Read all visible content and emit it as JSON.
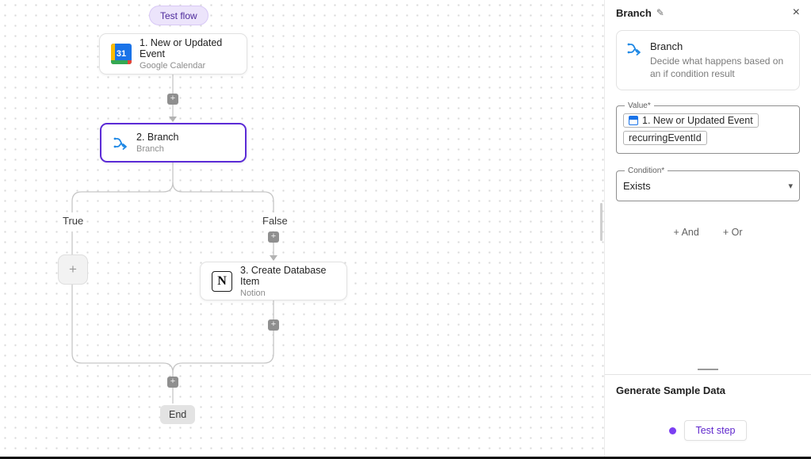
{
  "canvas": {
    "test_flow_button": "Test flow",
    "nodes": [
      {
        "title": "1. New or Updated Event",
        "subtitle": "Google Calendar"
      },
      {
        "title": "2. Branch",
        "subtitle": "Branch"
      },
      {
        "title": "3. Create Database Item",
        "subtitle": "Notion"
      }
    ],
    "true_label": "True",
    "false_label": "False",
    "end_label": "End"
  },
  "panel": {
    "title": "Branch",
    "card": {
      "name": "Branch",
      "description": "Decide what happens based on an if condition result"
    },
    "value_field": {
      "label": "Value*",
      "step_token": "1. New or Updated Event",
      "field_token": "recurringEventId"
    },
    "condition_field": {
      "label": "Condition*",
      "value": "Exists"
    },
    "and_button": "+ And",
    "or_button": "+ Or",
    "sample_section_title": "Generate Sample Data",
    "test_step_button": "Test step"
  },
  "icons": {
    "plus": "+",
    "close": "×",
    "edit": "✎",
    "chevron_down": "▾",
    "gcal_text": "31",
    "notion_text": "N"
  },
  "colors": {
    "accent": "#5b2bd6",
    "branch_icon": "#1e88e5",
    "status_dot": "#7b3ff2"
  }
}
